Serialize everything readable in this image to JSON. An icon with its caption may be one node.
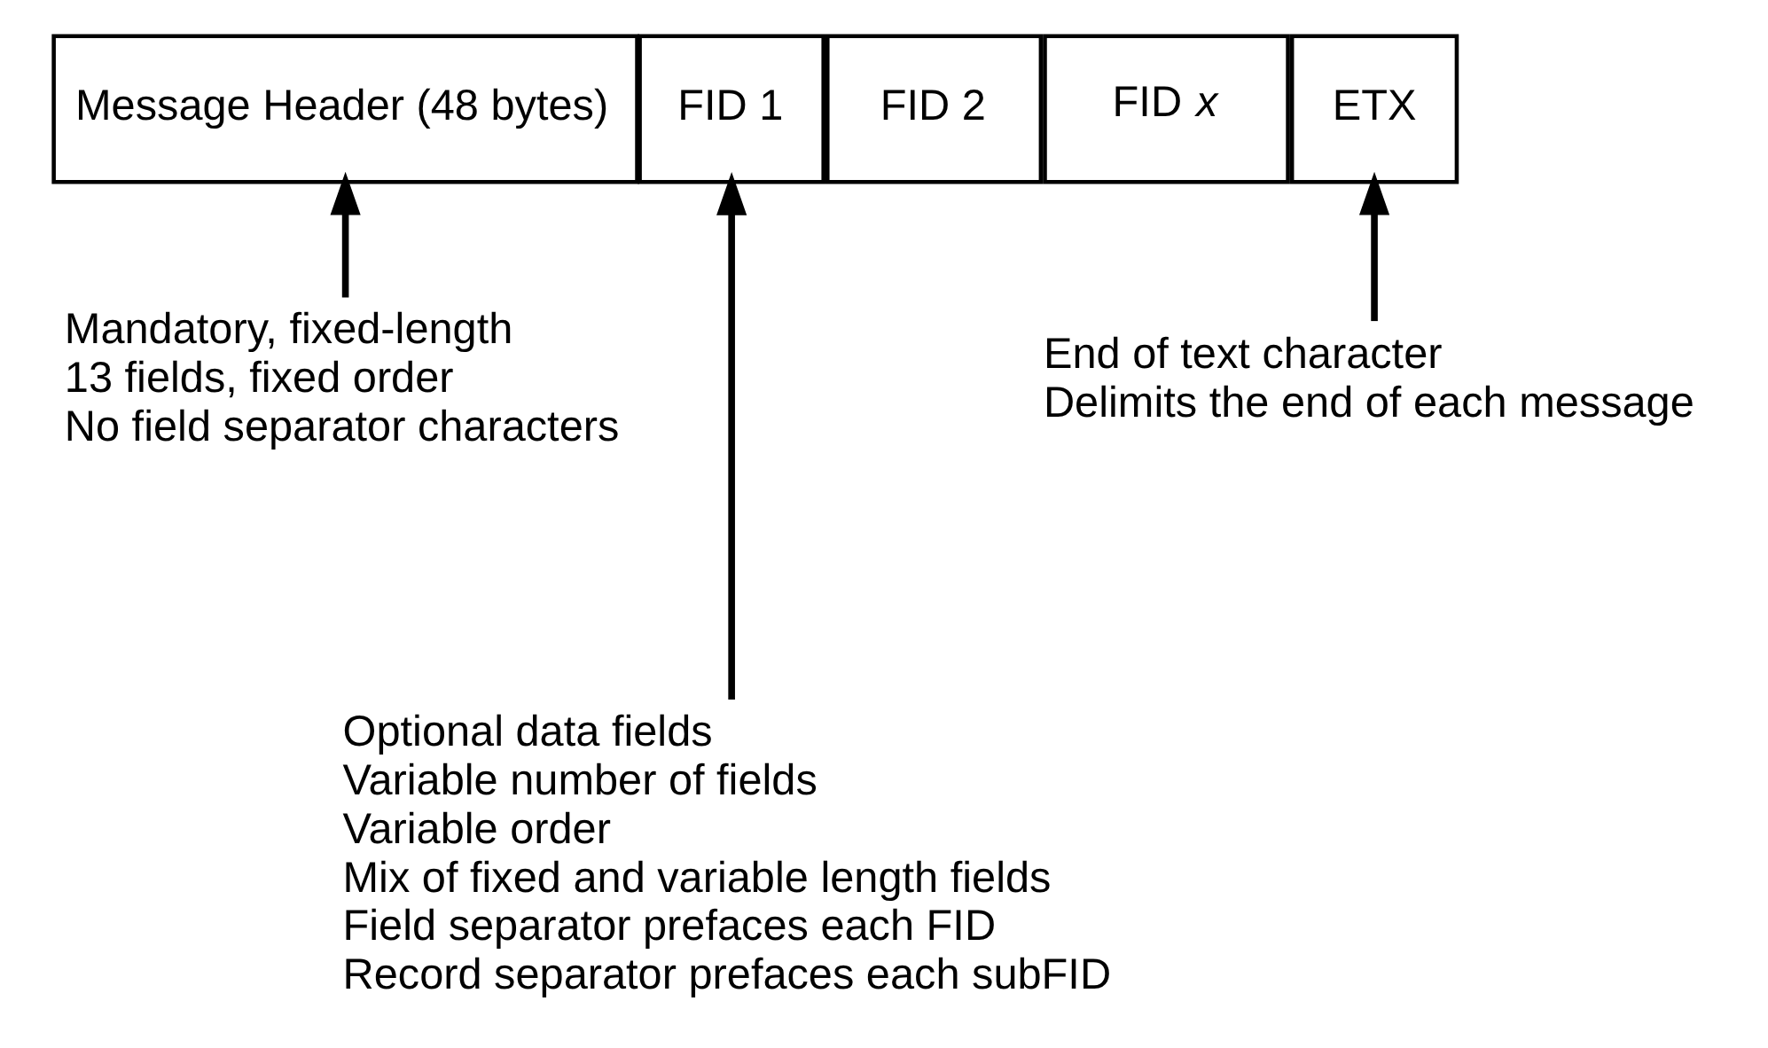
{
  "diagram": {
    "nodes": [
      {
        "text": [
          "Message Header (48 bytes)"
        ]
      },
      {
        "text": [
          "FID 1"
        ]
      },
      {
        "text": [
          "FID 2"
        ]
      },
      {
        "text": [
          "FID *x*"
        ]
      },
      {
        "text": [
          "ETX"
        ]
      },
      {
        "text": [
          "Mandatory, fixed-length",
          "13 fields, fixed order",
          "No field separator characters"
        ]
      },
      {
        "text": [
          "End of text character",
          "Delimits the end of each message"
        ]
      },
      {
        "text": [
          "Optional data fields",
          "Variable number of fields",
          "Variable order",
          "Mix of fixed and variable length fields",
          "Field separator prefaces each FID",
          "Record separator prefaces each subFID"
        ]
      }
    ],
    "edges": [
      {
        "from": 5,
        "to": 0,
        "arrow": "to"
      },
      {
        "from": 7,
        "to": 1,
        "arrow": "to"
      },
      {
        "from": 6,
        "to": 4,
        "arrow": "to"
      }
    ]
  }
}
